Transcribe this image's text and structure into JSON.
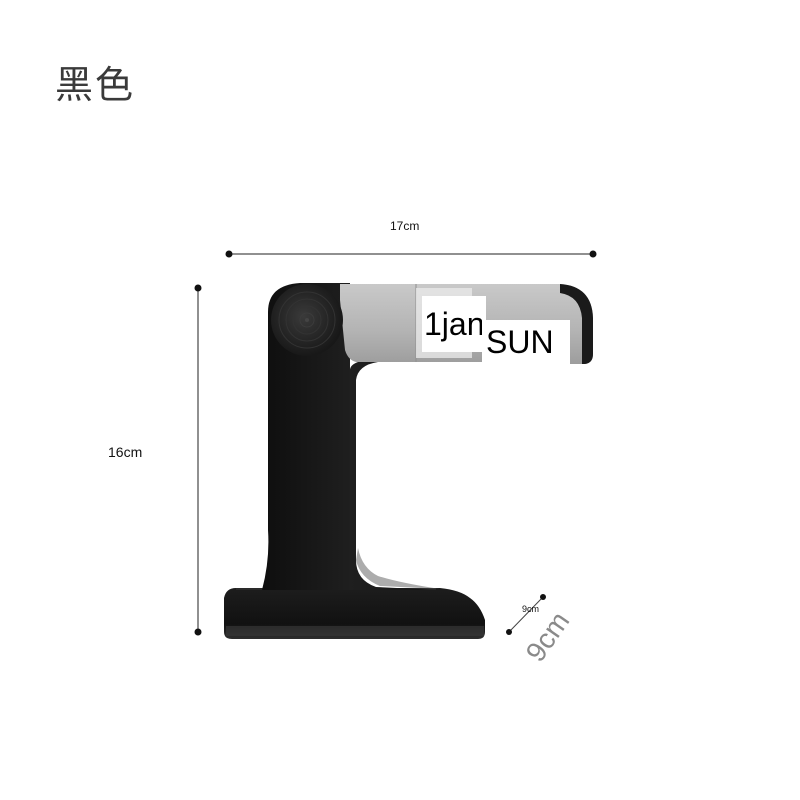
{
  "product": {
    "color_label": "黑色",
    "body_color": "#1a1a1a",
    "arm_color": "#b5b5b5",
    "knob_color": "#2a2a2a"
  },
  "dimensions": {
    "width_label": "17cm",
    "height_label": "16cm",
    "depth_label": "9cm",
    "depth_label_large": "9cm"
  },
  "display": {
    "date_text": "1jan",
    "day_text": "SUN"
  }
}
